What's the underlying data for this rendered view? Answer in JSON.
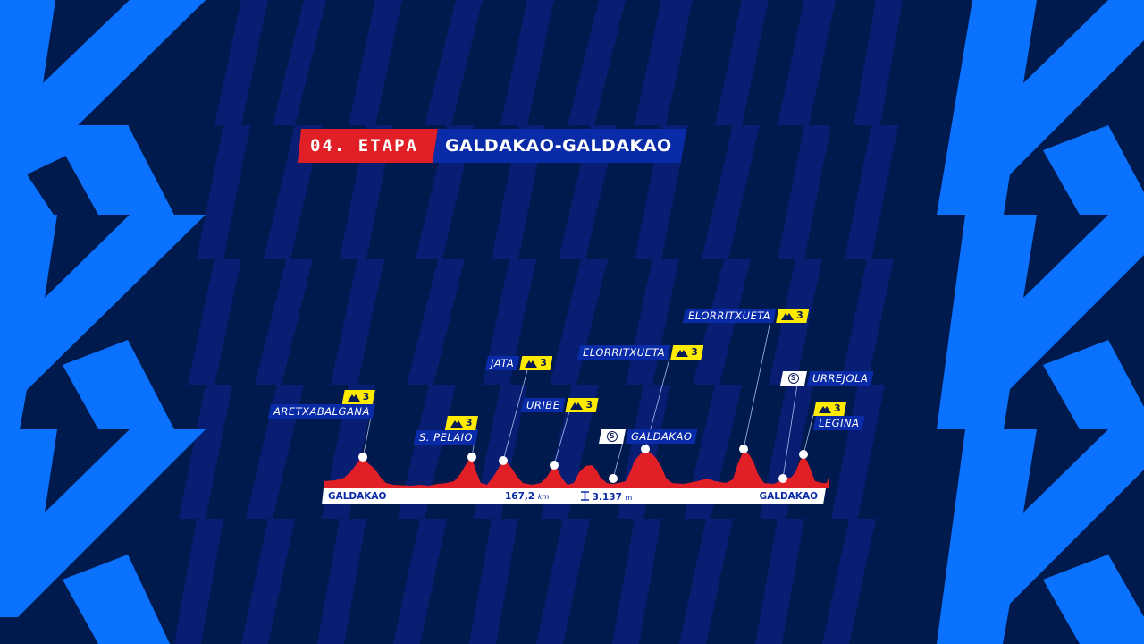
{
  "stage": {
    "number_label": "04. ETAPA",
    "route": "GALDAKAO-GALDAKAO"
  },
  "profile": {
    "start": "GALDAKAO",
    "finish": "GALDAKAO",
    "distance_value": "167,2",
    "distance_unit": "km",
    "elevation_value": "3.137",
    "elevation_unit": "m"
  },
  "climbs": [
    {
      "name": "ARETXABALGANA",
      "type": "climb",
      "category": "3"
    },
    {
      "name": "S. PELAIO",
      "type": "climb",
      "category": "3"
    },
    {
      "name": "JATA",
      "type": "climb",
      "category": "3"
    },
    {
      "name": "URIBE",
      "type": "climb",
      "category": "3"
    },
    {
      "name": "GALDAKAO",
      "type": "sprint",
      "category": "S"
    },
    {
      "name": "ELORRITXUETA",
      "type": "climb",
      "category": "3"
    },
    {
      "name": "ELORRITXUETA",
      "type": "climb",
      "category": "3"
    },
    {
      "name": "URREJOLA",
      "type": "sprint",
      "category": "S"
    },
    {
      "name": "LEGINA",
      "type": "climb",
      "category": "3"
    }
  ],
  "icons": {
    "climb": "mountain-icon",
    "sprint": "sprint-s-icon",
    "elevation": "elevation-bar-icon"
  },
  "colors": {
    "background_dark": "#011a4d",
    "stripe": "#0a1f7a",
    "accent_light_blue": "#0a72ff",
    "stage_red": "#e01f26",
    "label_blue": "#0a2ba8",
    "category_yellow": "#ffeb00",
    "profile_red": "#e01f26"
  }
}
